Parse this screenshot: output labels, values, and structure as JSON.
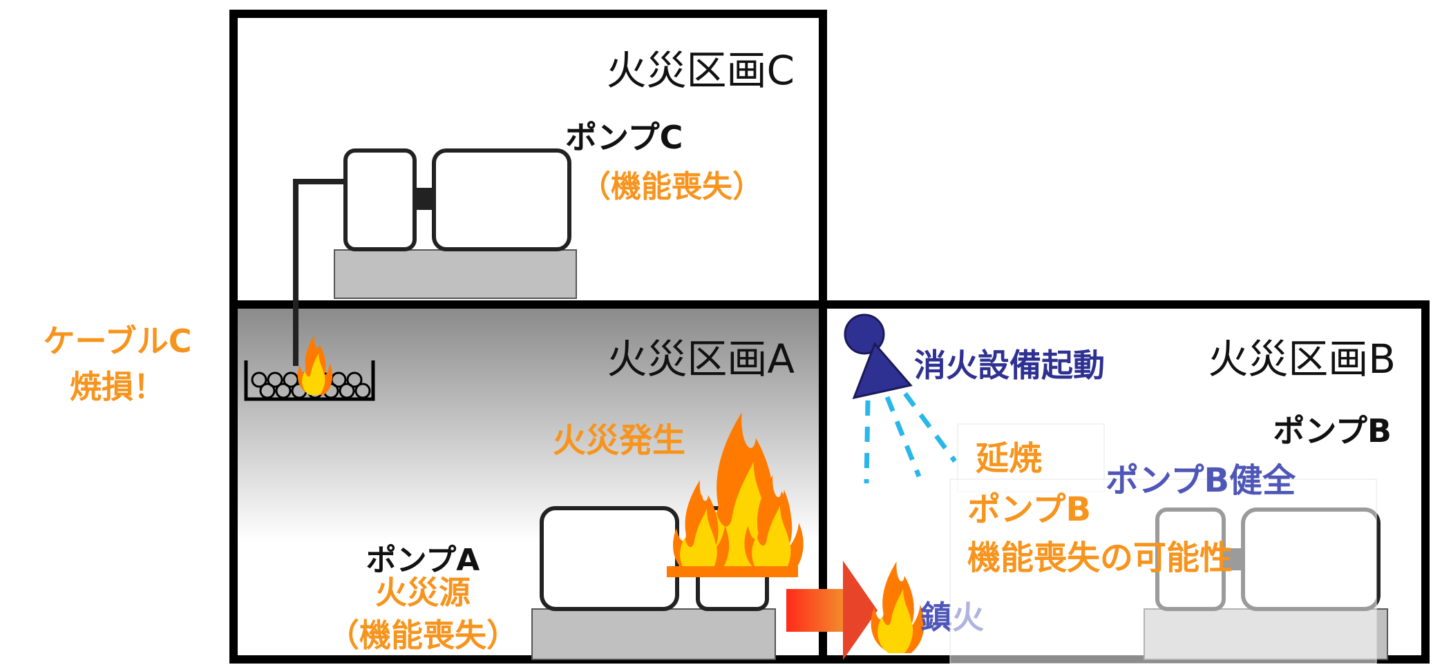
{
  "zones": {
    "c": {
      "label": "火災区画C"
    },
    "a": {
      "label": "火災区画A"
    },
    "b": {
      "label": "火災区画B"
    }
  },
  "pumps": {
    "c": {
      "name": "ポンプC",
      "status": "（機能喪失）"
    },
    "a": {
      "name": "ポンプA",
      "role": "火災源",
      "status": "（機能喪失）"
    },
    "b": {
      "name": "ポンプB",
      "status": "ポンプB健全"
    }
  },
  "cable": {
    "line1": "ケーブルC",
    "line2": "焼損！"
  },
  "events": {
    "fire_start": "火災発生",
    "extinguisher_start": "消火設備起動",
    "spread": "延焼",
    "spread_pump": "ポンプB",
    "spread_risk": "機能喪失の可能性",
    "extinguished": "鎮火"
  },
  "colors": {
    "wall": "#000000",
    "orange_text": "#f7941d",
    "blue_text": "#2e3192",
    "water_spray": "#29b6e8",
    "pump_base": "#c0c0c0",
    "arrow": "#e8442a"
  }
}
